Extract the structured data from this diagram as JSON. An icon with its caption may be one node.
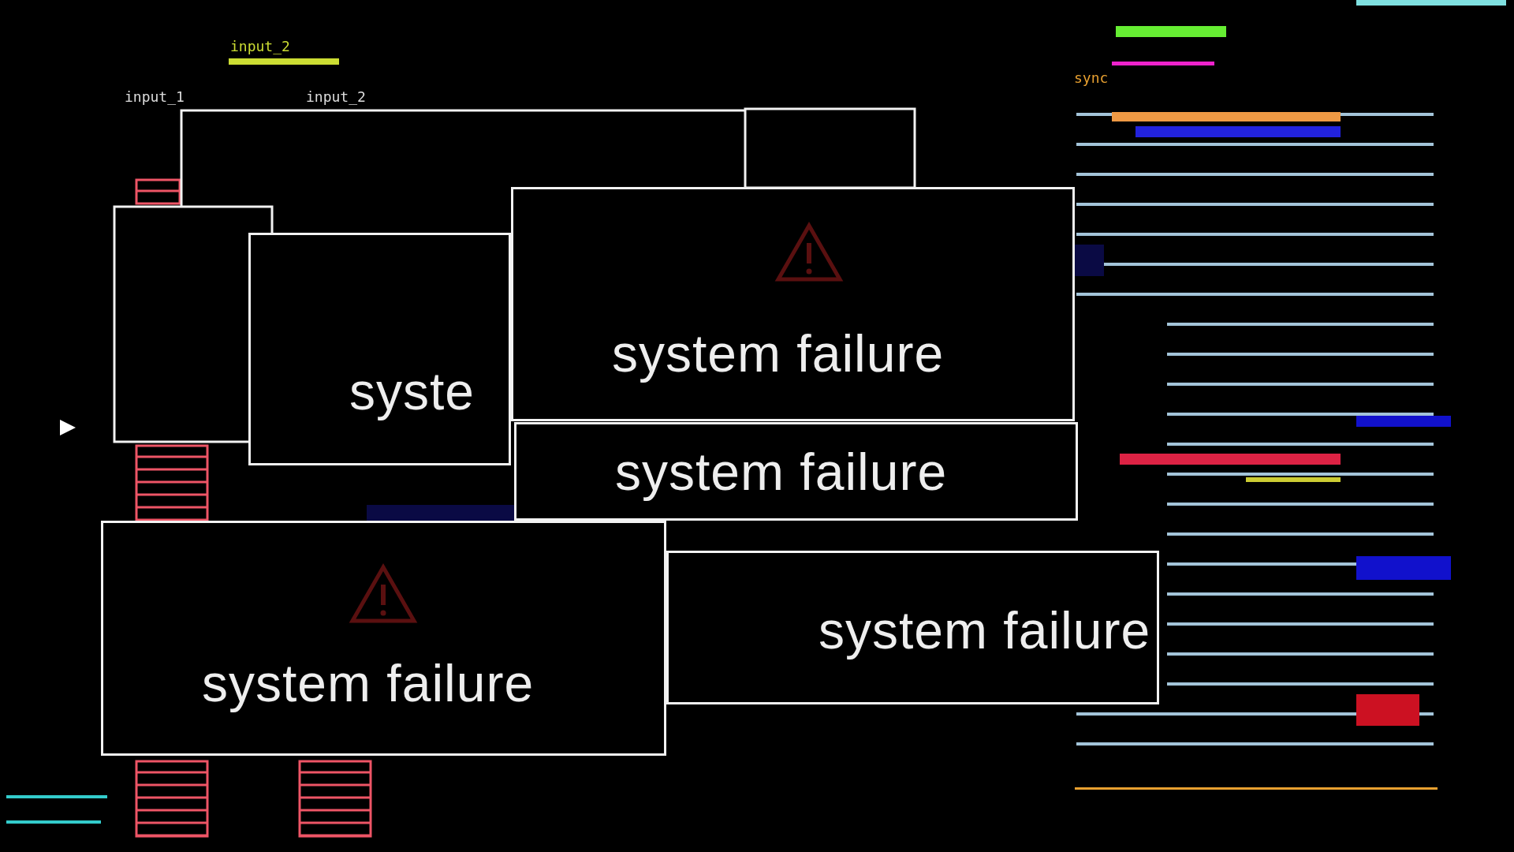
{
  "diagram": {
    "nodes": [
      {
        "text": [
          "syste"
        ]
      },
      {
        "text": [
          "system failure"
        ]
      },
      {
        "text": [
          "system failure"
        ]
      },
      {
        "text": [
          "system failure"
        ]
      },
      {
        "text": [
          "system failure"
        ]
      }
    ],
    "labels": [
      "input_2",
      "input_1",
      "input_2",
      "sync"
    ]
  }
}
